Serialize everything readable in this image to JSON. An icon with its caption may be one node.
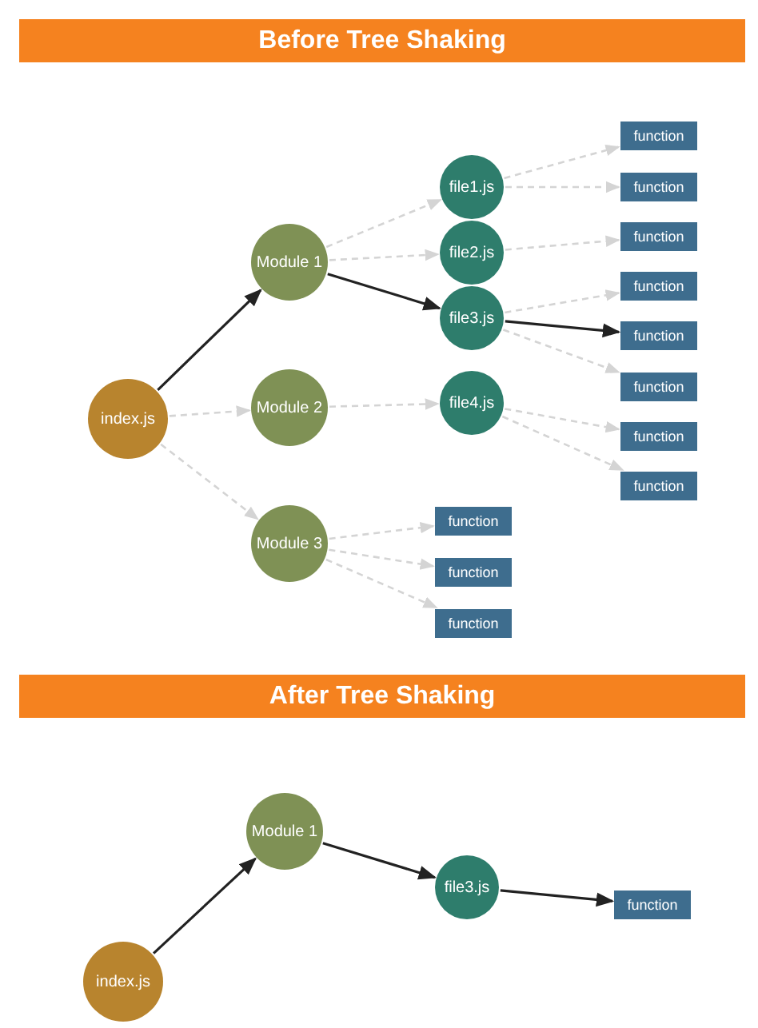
{
  "diagram": {
    "nodes": [
      {
        "text": [
          "Before Tree Shaking"
        ]
      },
      {
        "text": [
          "index.js"
        ]
      },
      {
        "text": [
          "Module 1"
        ]
      },
      {
        "text": [
          "Module 2"
        ]
      },
      {
        "text": [
          "Module 3"
        ]
      },
      {
        "text": [
          "file1.js"
        ]
      },
      {
        "text": [
          "file2.js"
        ]
      },
      {
        "text": [
          "file3.js"
        ]
      },
      {
        "text": [
          "file4.js"
        ]
      },
      {
        "text": [
          "function"
        ]
      },
      {
        "text": [
          "function"
        ]
      },
      {
        "text": [
          "function"
        ]
      },
      {
        "text": [
          "function"
        ]
      },
      {
        "text": [
          "function"
        ]
      },
      {
        "text": [
          "function"
        ]
      },
      {
        "text": [
          "function"
        ]
      },
      {
        "text": [
          "function"
        ]
      },
      {
        "text": [
          "function"
        ]
      },
      {
        "text": [
          "function"
        ]
      },
      {
        "text": [
          "function"
        ]
      },
      {
        "text": [
          "After Tree Shaking"
        ]
      },
      {
        "text": [
          "index.js"
        ]
      },
      {
        "text": [
          "Module 1"
        ]
      },
      {
        "text": [
          "file3.js"
        ]
      },
      {
        "text": [
          "function"
        ]
      }
    ],
    "edges": [
      {
        "from": 1,
        "to": 2,
        "arrow": "to",
        "color": "#222222"
      },
      {
        "from": 1,
        "to": 3,
        "arrow": "to",
        "style": "dashed"
      },
      {
        "from": 1,
        "to": 4,
        "arrow": "to",
        "style": "dashed"
      },
      {
        "from": 2,
        "to": 5,
        "arrow": "to",
        "style": "dashed"
      },
      {
        "from": 2,
        "to": 6,
        "arrow": "to",
        "style": "dashed"
      },
      {
        "from": 2,
        "to": 7,
        "arrow": "to",
        "color": "#222222"
      },
      {
        "from": 3,
        "to": 8,
        "arrow": "to",
        "style": "dashed"
      },
      {
        "from": 5,
        "to": 9,
        "arrow": "to",
        "style": "dashed"
      },
      {
        "from": 5,
        "to": 10,
        "arrow": "to",
        "style": "dashed"
      },
      {
        "from": 6,
        "to": 11,
        "arrow": "to",
        "style": "dashed"
      },
      {
        "from": 7,
        "to": 12,
        "arrow": "to",
        "style": "dashed"
      },
      {
        "from": 7,
        "to": 13,
        "arrow": "to",
        "color": "#222222"
      },
      {
        "from": 7,
        "to": 14,
        "arrow": "to",
        "style": "dashed"
      },
      {
        "from": 8,
        "to": 15,
        "arrow": "to",
        "style": "dashed"
      },
      {
        "from": 8,
        "to": 16,
        "arrow": "to",
        "style": "dashed"
      },
      {
        "from": 4,
        "to": 17,
        "arrow": "to",
        "style": "dashed"
      },
      {
        "from": 4,
        "to": 18,
        "arrow": "to",
        "style": "dashed"
      },
      {
        "from": 4,
        "to": 19,
        "arrow": "to",
        "style": "dashed"
      },
      {
        "from": 21,
        "to": 22,
        "arrow": "to",
        "color": "#222222"
      },
      {
        "from": 22,
        "to": 23,
        "arrow": "to",
        "color": "#222222"
      },
      {
        "from": 23,
        "to": 24,
        "arrow": "to",
        "color": "#222222"
      }
    ]
  }
}
